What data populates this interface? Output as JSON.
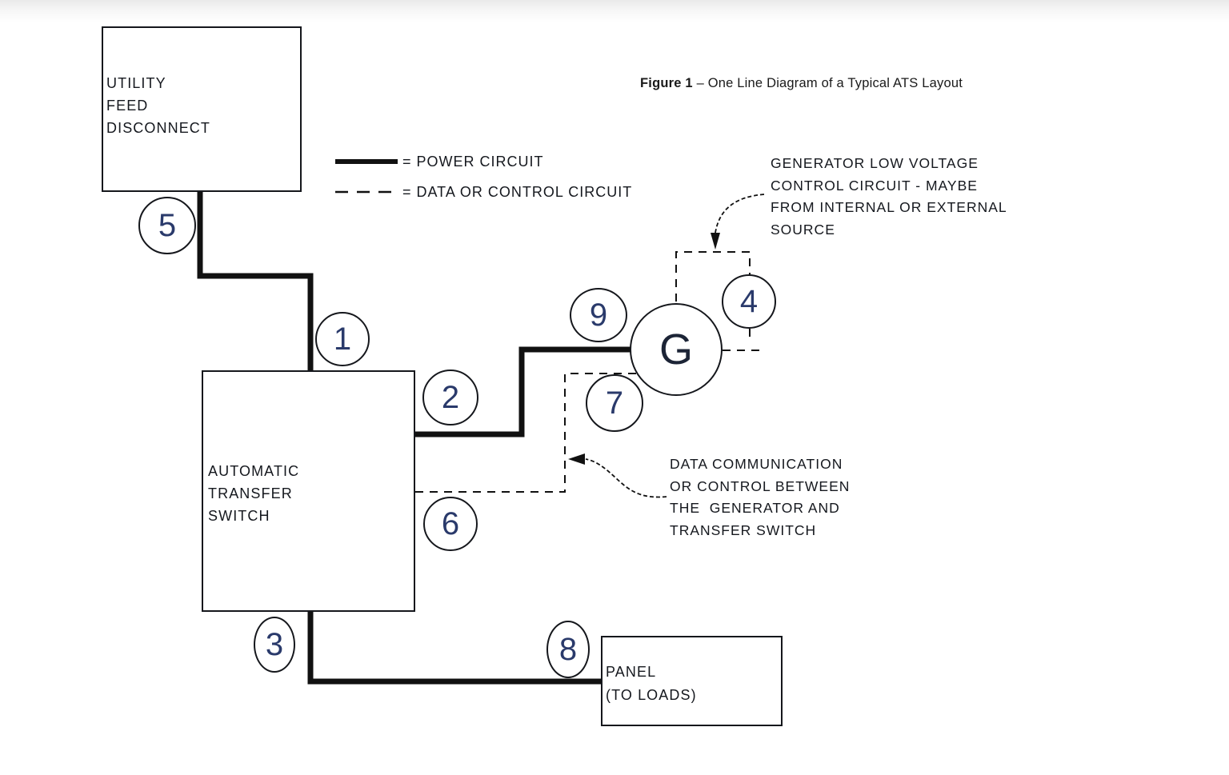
{
  "figure": {
    "label": "Figure 1",
    "title": " – One Line Diagram of a Typical ATS Layout"
  },
  "legend": {
    "power": "= POWER CIRCUIT",
    "control": "= DATA OR CONTROL CIRCUIT"
  },
  "nodes": {
    "utility": {
      "lines": [
        "UTILITY",
        "FEED",
        "DISCONNECT"
      ]
    },
    "ats": {
      "lines": [
        "AUTOMATIC",
        "TRANSFER",
        "SWITCH"
      ]
    },
    "panel": {
      "lines": [
        "PANEL",
        "(TO LOADS)"
      ]
    },
    "generator": {
      "label": "G"
    }
  },
  "markers": {
    "labels": [
      "1",
      "2",
      "3",
      "4",
      "5",
      "6",
      "7",
      "8",
      "9"
    ]
  },
  "annotations": {
    "generator_control": {
      "lines": [
        "GENERATOR LOW VOLTAGE",
        "CONTROL CIRCUIT - MAYBE",
        "FROM INTERNAL OR EXTERNAL",
        "SOURCE"
      ]
    },
    "data_comm": {
      "lines": [
        "DATA COMMUNICATION",
        "OR CONTROL BETWEEN",
        "THE  GENERATOR AND",
        "TRANSFER SWITCH"
      ]
    }
  },
  "colors": {
    "line": "#111111",
    "text": "#15181e",
    "marker_digit": "#2a3a6b",
    "background": "#ffffff"
  }
}
